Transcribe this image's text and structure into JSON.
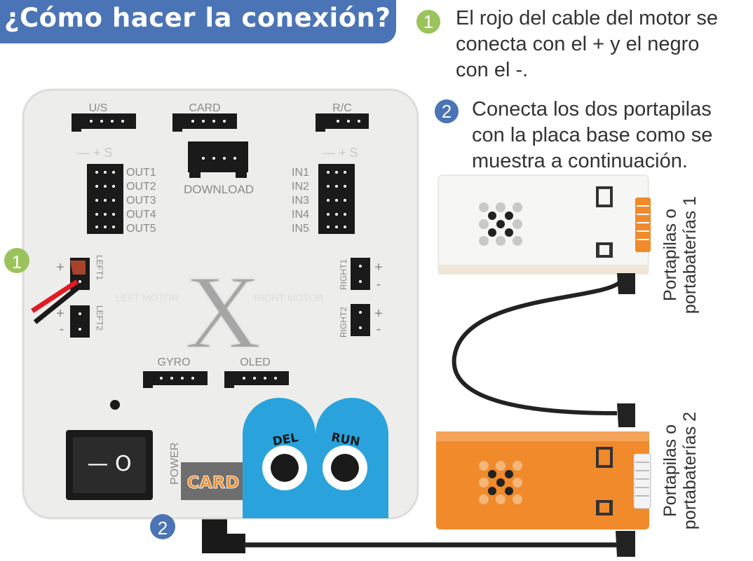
{
  "title": "¿Cómo hacer la conexión?",
  "steps": [
    {
      "number": "1",
      "text_lines": [
        "El rojo del cable del motor se",
        "conecta con el + y el negro",
        "con el -."
      ]
    },
    {
      "number": "2",
      "text_lines": [
        "Conecta los dos portapilas",
        "con la placa base como se",
        "muestra a continuación."
      ]
    }
  ],
  "board": {
    "ports_top": [
      "U/S",
      "CARD",
      "R/C"
    ],
    "download": "DOWNLOAD",
    "outs": [
      "OUT1",
      "OUT2",
      "OUT3",
      "OUT4",
      "OUT5"
    ],
    "ins": [
      "IN1",
      "IN2",
      "IN3",
      "IN4",
      "IN5"
    ],
    "pin_header": "— + S",
    "left_motor": "LEFT MOTOR",
    "right_motor": "RIGHT MOTOR",
    "left_ports": [
      "LEFT1",
      "LEFT2"
    ],
    "right_ports": [
      "RIGHT1",
      "RIGHT2"
    ],
    "big_letter": "X",
    "bottom_ports": [
      "GYRO",
      "OLED"
    ],
    "power": "POWER",
    "card_label": "CARD",
    "buttons": [
      "DEL",
      "RUN"
    ],
    "plus": "+",
    "minus": "-",
    "switch_label": "— O"
  },
  "battery_labels": [
    {
      "line1": "Portapilas o",
      "line2": "portabaterías 1"
    },
    {
      "line1": "Portapilas o",
      "line2": "portabaterías 2"
    }
  ],
  "marker_labels": {
    "board_left": "1",
    "bottom_left": "2"
  },
  "colors": {
    "banner": "#4a74b5",
    "green": "#9bc35b",
    "orange": "#f08a2b",
    "button_blue": "#2aa3dd",
    "board": "#ededeb"
  }
}
